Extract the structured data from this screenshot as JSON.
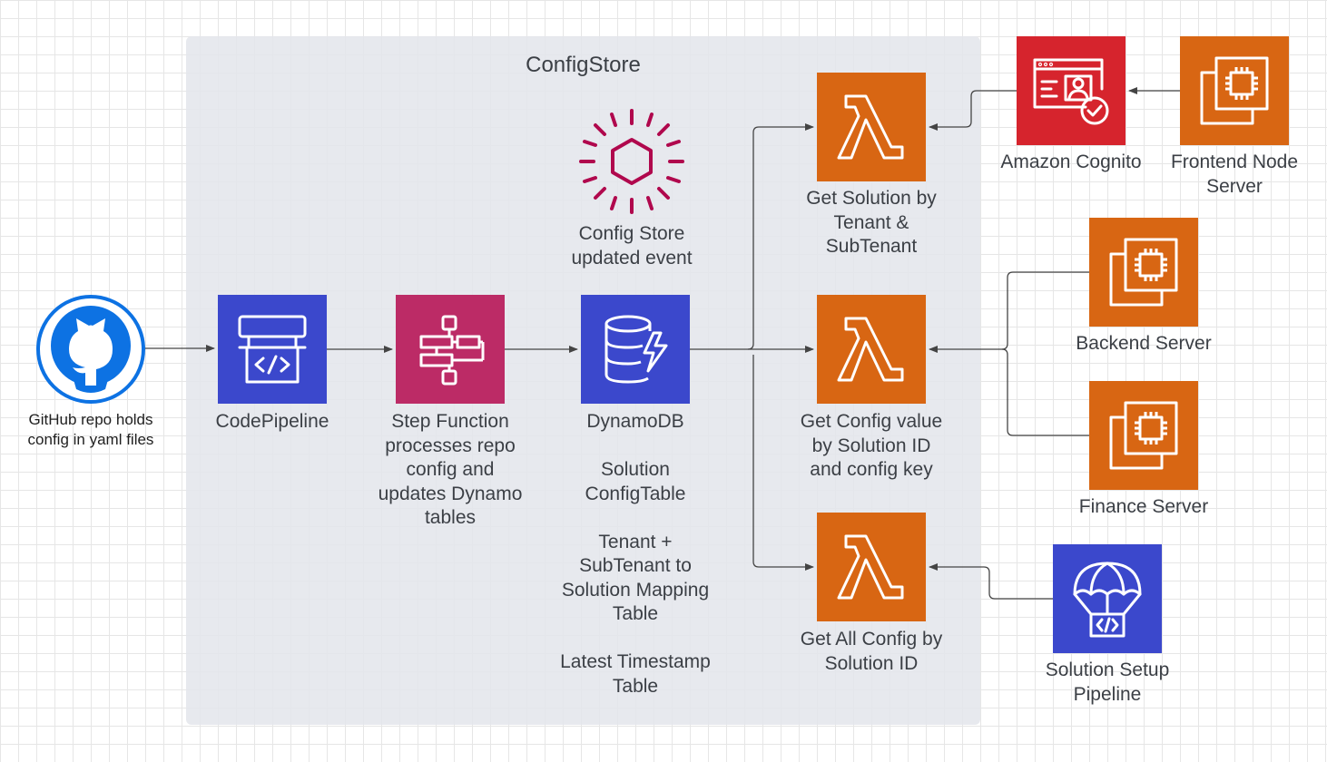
{
  "group": {
    "title": "ConfigStore"
  },
  "colors": {
    "compute": "#d86613",
    "integration": "#bc2b66",
    "database": "#3b48cc",
    "security": "#d6242d",
    "devtools": "#3b48cc",
    "github": "#0d72e3",
    "event": "#b0084d",
    "connector": "#444444"
  },
  "nodes": {
    "github": {
      "label": "GitHub repo holds\nconfig in yaml files",
      "icon": "github-icon"
    },
    "codepipeline": {
      "label": "CodePipeline",
      "icon": "codepipeline-icon"
    },
    "stepfunction": {
      "label": "Step Function\nprocesses repo\nconfig and\nupdates Dynamo\ntables",
      "icon": "step-functions-icon"
    },
    "dynamodb": {
      "label": "DynamoDB\n\nSolution\nConfigTable\n\nTenant +\nSubTenant to\nSolution Mapping\nTable\n\nLatest Timestamp\nTable",
      "icon": "dynamodb-icon"
    },
    "event": {
      "label": "Config Store\nupdated event",
      "icon": "eventbridge-event-icon"
    },
    "lambda_tenant": {
      "label": "Get Solution by\nTenant &\nSubTenant",
      "icon": "lambda-icon"
    },
    "lambda_config": {
      "label": "Get Config value\nby Solution ID\nand config key",
      "icon": "lambda-icon"
    },
    "lambda_all": {
      "label": "Get All Config by\nSolution ID",
      "icon": "lambda-icon"
    },
    "cognito": {
      "label": "Amazon Cognito",
      "icon": "cognito-icon"
    },
    "frontend": {
      "label": "Frontend Node\nServer",
      "icon": "ec2-instances-icon"
    },
    "backend": {
      "label": "Backend Server",
      "icon": "ec2-instances-icon"
    },
    "finance": {
      "label": "Finance Server",
      "icon": "ec2-instances-icon"
    },
    "solution_setup": {
      "label": "Solution Setup\nPipeline",
      "icon": "codepipeline-parachute-icon"
    }
  }
}
